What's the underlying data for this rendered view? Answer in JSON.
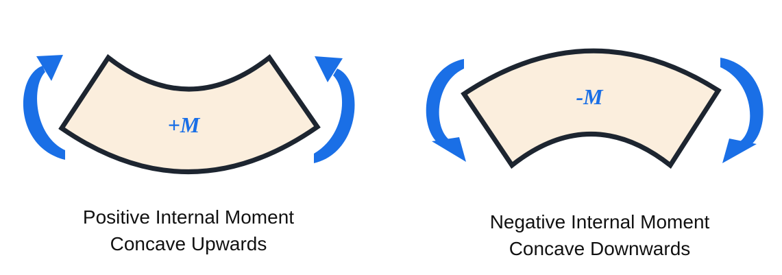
{
  "colors": {
    "arrow": "#1a6fe6",
    "beam_fill": "#fbeedd",
    "beam_stroke": "#1d2530",
    "label": "#1a6fe6",
    "caption": "#111111"
  },
  "positive": {
    "moment_label": "+M",
    "caption_line1": "Positive Internal Moment",
    "caption_line2": "Concave Upwards",
    "arrow_icon": "curved-arrow-icon"
  },
  "negative": {
    "moment_label": "-M",
    "caption_line1": "Negative Internal Moment",
    "caption_line2": "Concave Downwards",
    "arrow_icon": "curved-arrow-icon"
  }
}
